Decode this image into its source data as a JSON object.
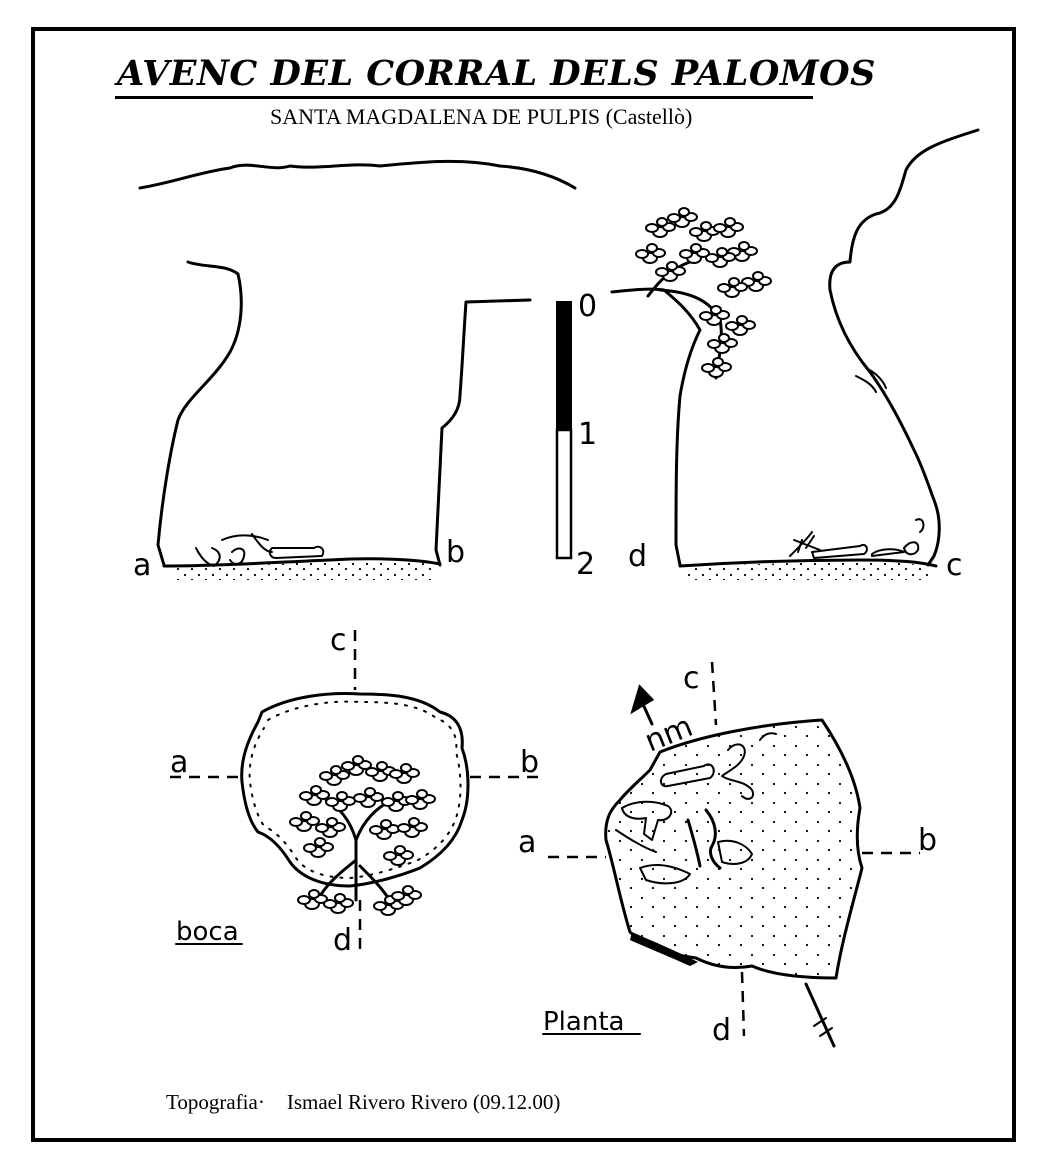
{
  "title": "AVENC DEL CORRAL DELS PALOMOS",
  "subtitle": "SANTA MAGDALENA DE PULPIS (Castellò)",
  "credit": {
    "label": "Topografia·",
    "author": "Ismael Rivero Rivero (09.12.00)"
  },
  "scale_labels": [
    "0",
    "1",
    "2"
  ],
  "section_labels": {
    "ab_left": "a",
    "ab_right": "b",
    "dc_left": "d",
    "dc_right": "c"
  },
  "boca": {
    "caption": "boca",
    "labels": {
      "a": "a",
      "b": "b",
      "c": "c",
      "d": "d"
    }
  },
  "planta": {
    "caption": "Planta",
    "north": "nm",
    "labels": {
      "a": "a",
      "b": "b",
      "c": "c",
      "d": "d"
    }
  },
  "icons": [
    "tree-icon",
    "north-arrow-icon",
    "bone-icon",
    "scale-bar-icon"
  ],
  "colors": {
    "ink": "#000000",
    "paper": "#ffffff"
  }
}
